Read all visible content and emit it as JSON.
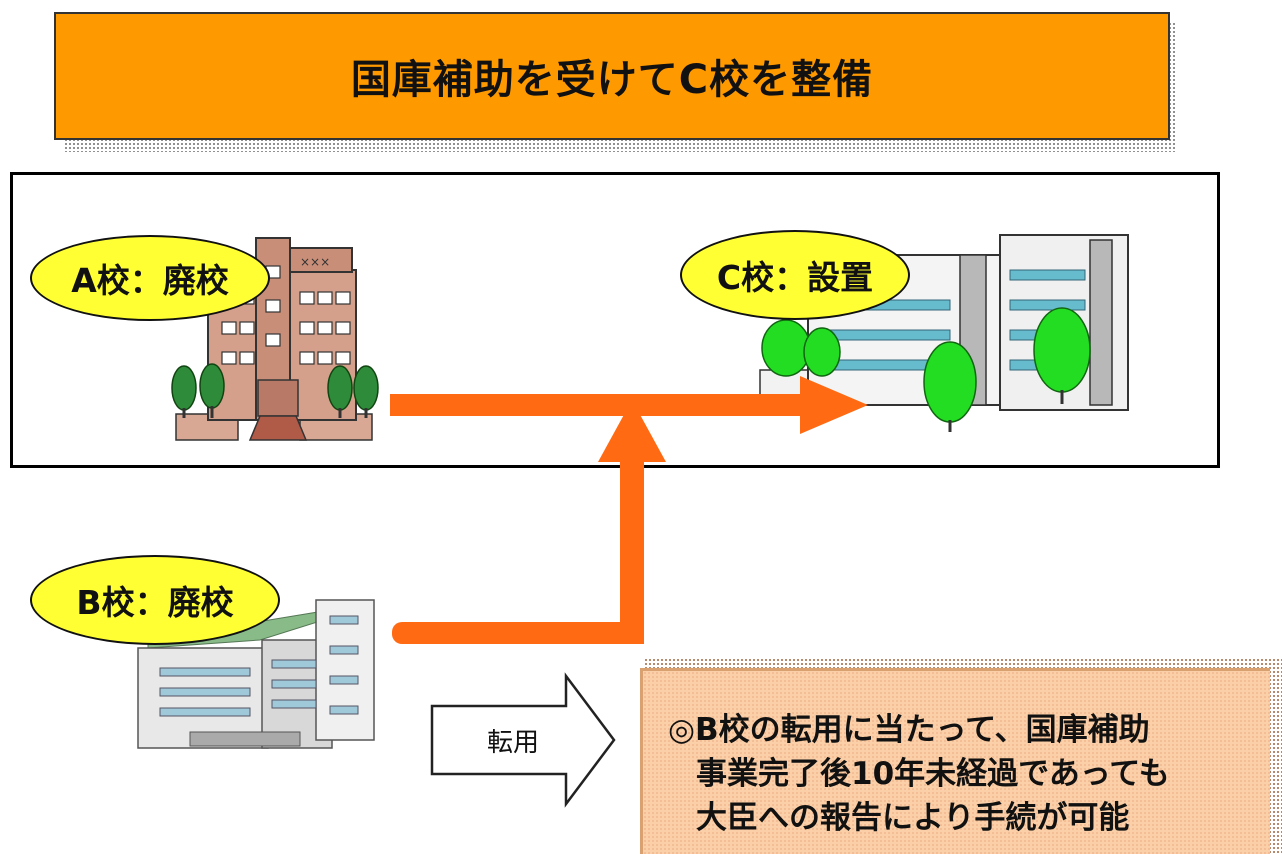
{
  "title": "国庫補助を受けてC校を整備",
  "schools": {
    "a": {
      "label": "A校：廃校"
    },
    "c": {
      "label": "C校：設置"
    },
    "b": {
      "label": "B校：廃校"
    }
  },
  "conversion_arrow": {
    "label": "転用"
  },
  "note": {
    "lines": [
      "◎B校の転用に当たって、国庫補助",
      "事業完了後10年未経過であっても",
      "大臣への報告により手続が可能"
    ]
  },
  "colors": {
    "banner": "#ff9900",
    "arrow": "#ff6a13",
    "label_fill": "#ffff33",
    "note_fill": "#fbd0a8"
  }
}
